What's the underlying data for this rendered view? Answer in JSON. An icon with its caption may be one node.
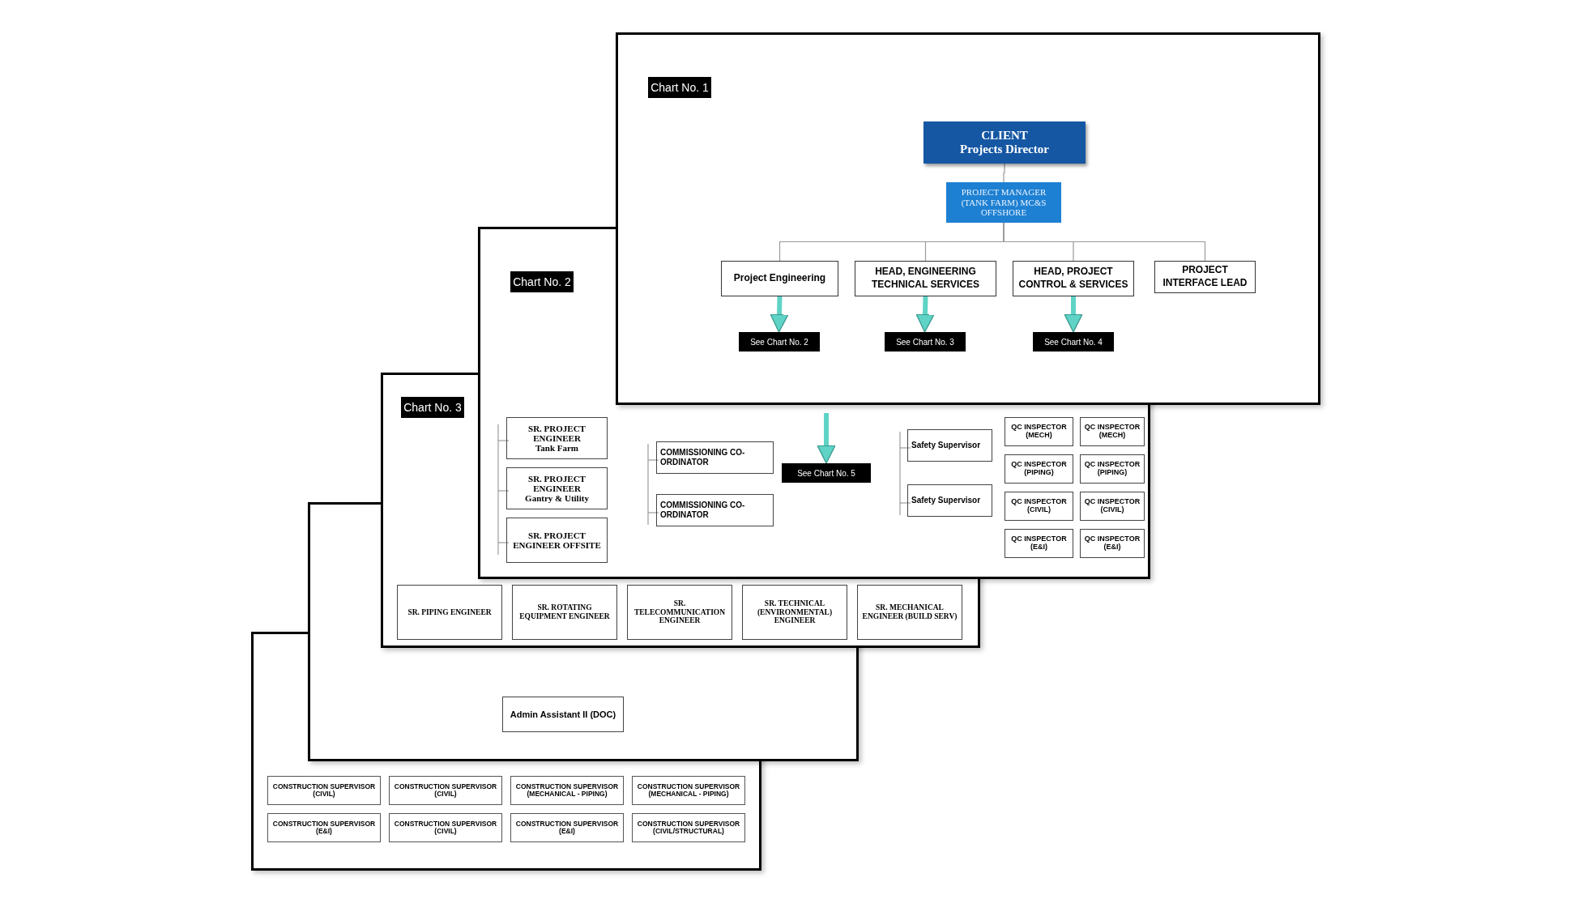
{
  "diagram": {
    "nodes": [
      {
        "text": [
          "CLIENT",
          "Projects Director"
        ]
      },
      {
        "text": [
          "PROJECT MANAGER (TANK FARM) MC&S OFFSHORE"
        ]
      },
      {
        "text": [
          "Project Engineering"
        ]
      },
      {
        "text": [
          "HEAD, ENGINEERING TECHNICAL SERVICES"
        ]
      },
      {
        "text": [
          "HEAD, PROJECT CONTROL & SERVICES"
        ]
      },
      {
        "text": [
          "PROJECT INTERFACE LEAD"
        ]
      },
      {
        "text": [
          "See Chart No. 2"
        ]
      },
      {
        "text": [
          "See Chart No. 3"
        ]
      },
      {
        "text": [
          "See Chart No. 4"
        ]
      },
      {
        "text": [
          "SR. PROJECT ENGINEER",
          "Tank Farm"
        ]
      },
      {
        "text": [
          "SR. PROJECT ENGINEER",
          "Gantry & Utility"
        ]
      },
      {
        "text": [
          "SR. PROJECT ENGINEER OFFSITE"
        ]
      },
      {
        "text": [
          "COMMISSIONING CO-ORDINATOR"
        ]
      },
      {
        "text": [
          "COMMISSIONING CO-ORDINATOR"
        ]
      },
      {
        "text": [
          "See Chart No. 5"
        ]
      },
      {
        "text": [
          "Safety Supervisor"
        ]
      },
      {
        "text": [
          "Safety Supervisor"
        ]
      },
      {
        "text": [
          "QC INSPECTOR (MECH)"
        ]
      },
      {
        "text": [
          "QC INSPECTOR (PIPING)"
        ]
      },
      {
        "text": [
          "QC INSPECTOR (CIVIL)"
        ]
      },
      {
        "text": [
          "QC INSPECTOR (E&I)"
        ]
      },
      {
        "text": [
          "QC INSPECTOR (MECH)"
        ]
      },
      {
        "text": [
          "QC INSPECTOR (PIPING)"
        ]
      },
      {
        "text": [
          "QC INSPECTOR (CIVIL)"
        ]
      },
      {
        "text": [
          "QC INSPECTOR (E&I)"
        ]
      },
      {
        "text": [
          "SR. PIPING ENGINEER"
        ]
      },
      {
        "text": [
          "SR. ROTATING EQUIPMENT ENGINEER"
        ]
      },
      {
        "text": [
          "SR. TELECOMMUNICATION ENGINEER"
        ]
      },
      {
        "text": [
          "SR. TECHNICAL (ENVIRONMENTAL) ENGINEER"
        ]
      },
      {
        "text": [
          "SR. MECHANICAL ENGINEER (BUILD SERV)"
        ]
      },
      {
        "text": [
          "Admin Assistant II (DOC)"
        ]
      },
      {
        "text": [
          "CONSTRUCTION SUPERVISOR (CIVIL)"
        ]
      },
      {
        "text": [
          "CONSTRUCTION SUPERVISOR (CIVIL)"
        ]
      },
      {
        "text": [
          "CONSTRUCTION SUPERVISOR (MECHANICAL - PIPING)"
        ]
      },
      {
        "text": [
          "CONSTRUCTION SUPERVISOR (MECHANICAL - PIPING)"
        ]
      },
      {
        "text": [
          "CONSTRUCTION SUPERVISOR (E&I)"
        ]
      },
      {
        "text": [
          "CONSTRUCTION SUPERVISOR (CIVIL)"
        ]
      },
      {
        "text": [
          "CONSTRUCTION SUPERVISOR (E&I)"
        ]
      },
      {
        "text": [
          "CONSTRUCTION SUPERVISOR (CIVIL/STRUCTURAL)"
        ]
      },
      {
        "text": [
          "Chart No. 1"
        ]
      },
      {
        "text": [
          "Chart No. 2"
        ]
      },
      {
        "text": [
          "Chart No. 3"
        ]
      }
    ],
    "edges": [
      {
        "from": 0,
        "to": 1,
        "arrow": "none"
      },
      {
        "from": 1,
        "to": 2,
        "arrow": "none"
      },
      {
        "from": 1,
        "to": 3,
        "arrow": "none"
      },
      {
        "from": 1,
        "to": 4,
        "arrow": "none"
      },
      {
        "from": 1,
        "to": 5,
        "arrow": "none"
      },
      {
        "from": 2,
        "to": 6,
        "arrow": "to",
        "style": "thick",
        "color": "#5fd3c6"
      },
      {
        "from": 3,
        "to": 7,
        "arrow": "to",
        "style": "thick",
        "color": "#5fd3c6"
      },
      {
        "from": 4,
        "to": 8,
        "arrow": "to",
        "style": "thick",
        "color": "#5fd3c6"
      },
      {
        "from": null,
        "to": 14,
        "arrow": "to",
        "style": "thick",
        "color": "#5fd3c6"
      }
    ]
  }
}
